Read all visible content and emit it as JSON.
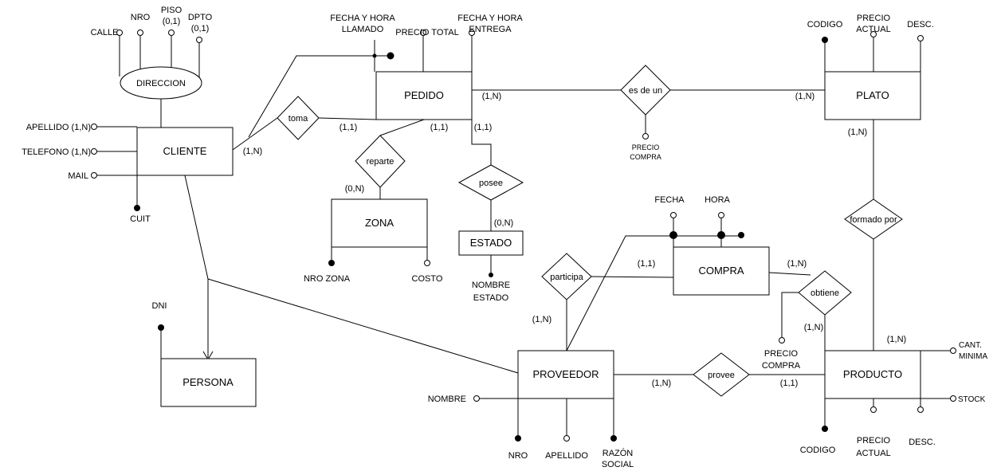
{
  "entities": {
    "cliente": "CLIENTE",
    "pedido": "PEDIDO",
    "plato": "PLATO",
    "zona": "ZONA",
    "estado": "ESTADO",
    "compra": "COMPRA",
    "persona": "PERSONA",
    "proveedor": "PROVEEDOR",
    "producto": "PRODUCTO"
  },
  "relationships": {
    "toma": "toma",
    "es_de_un": "es de un",
    "reparte": "reparte",
    "posee": "posee",
    "formado_por": "formado por",
    "participa": "participa",
    "obtiene": "obtiene",
    "provee": "provee"
  },
  "composite": {
    "direccion": "DIRECCION"
  },
  "attributes": {
    "calle": "CALLE",
    "nro_dir": "NRO",
    "piso": [
      "PISO",
      "(0,1)"
    ],
    "dpto": [
      "DPTO",
      "(0,1)"
    ],
    "apellido_cli": "APELLIDO (1,N)",
    "telefono_cli": "TELEFONO (1,N)",
    "mail": "MAIL",
    "cuit": "CUIT",
    "fecha_llamado": [
      "FECHA Y HORA",
      "LLAMADO"
    ],
    "precio_total": "PRECIO TOTAL",
    "fecha_entrega": [
      "FECHA Y HORA",
      "ENTREGA"
    ],
    "precio_compra_plato": [
      "PRECIO",
      "COMPRA"
    ],
    "codigo_plato": "CODIGO",
    "precio_actual_plato": [
      "PRECIO",
      "ACTUAL"
    ],
    "desc_plato": "DESC.",
    "nro_zona": "NRO ZONA",
    "costo": "COSTO",
    "nombre_estado": [
      "NOMBRE",
      "ESTADO"
    ],
    "fecha_compra": "FECHA",
    "hora_compra": "HORA",
    "dni": "DNI",
    "precio_compra_prod": [
      "PRECIO",
      "COMPRA"
    ],
    "nombre_prov": "NOMBRE",
    "nro_prov": "NRO",
    "apellido_prov": "APELLIDO",
    "razon_social": [
      "RAZÓN",
      "SOCIAL"
    ],
    "codigo_prod": "CODIGO",
    "precio_actual_prod": [
      "PRECIO",
      "ACTUAL"
    ],
    "desc_prod": "DESC.",
    "cant_minima": [
      "CANT.",
      "MINIMA"
    ],
    "stock": "STOCK"
  },
  "cardinalities": {
    "cliente_toma": "(1,N)",
    "pedido_toma": "(1,1)",
    "pedido_reparte": "(1,1)",
    "pedido_posee": "(1,1)",
    "pedido_esdeun": "(1,N)",
    "plato_esdeun": "(1,N)",
    "plato_formado": "(1,N)",
    "zona_reparte": "(0,N)",
    "estado_posee": "(0,N)",
    "compra_participa": "(1,1)",
    "compra_obtiene": "(1,N)",
    "proveedor_participa": "(1,N)",
    "producto_obtiene": "(1,N)",
    "producto_formado": "(1,N)",
    "proveedor_provee": "(1,N)",
    "producto_provee": "(1,1)"
  }
}
